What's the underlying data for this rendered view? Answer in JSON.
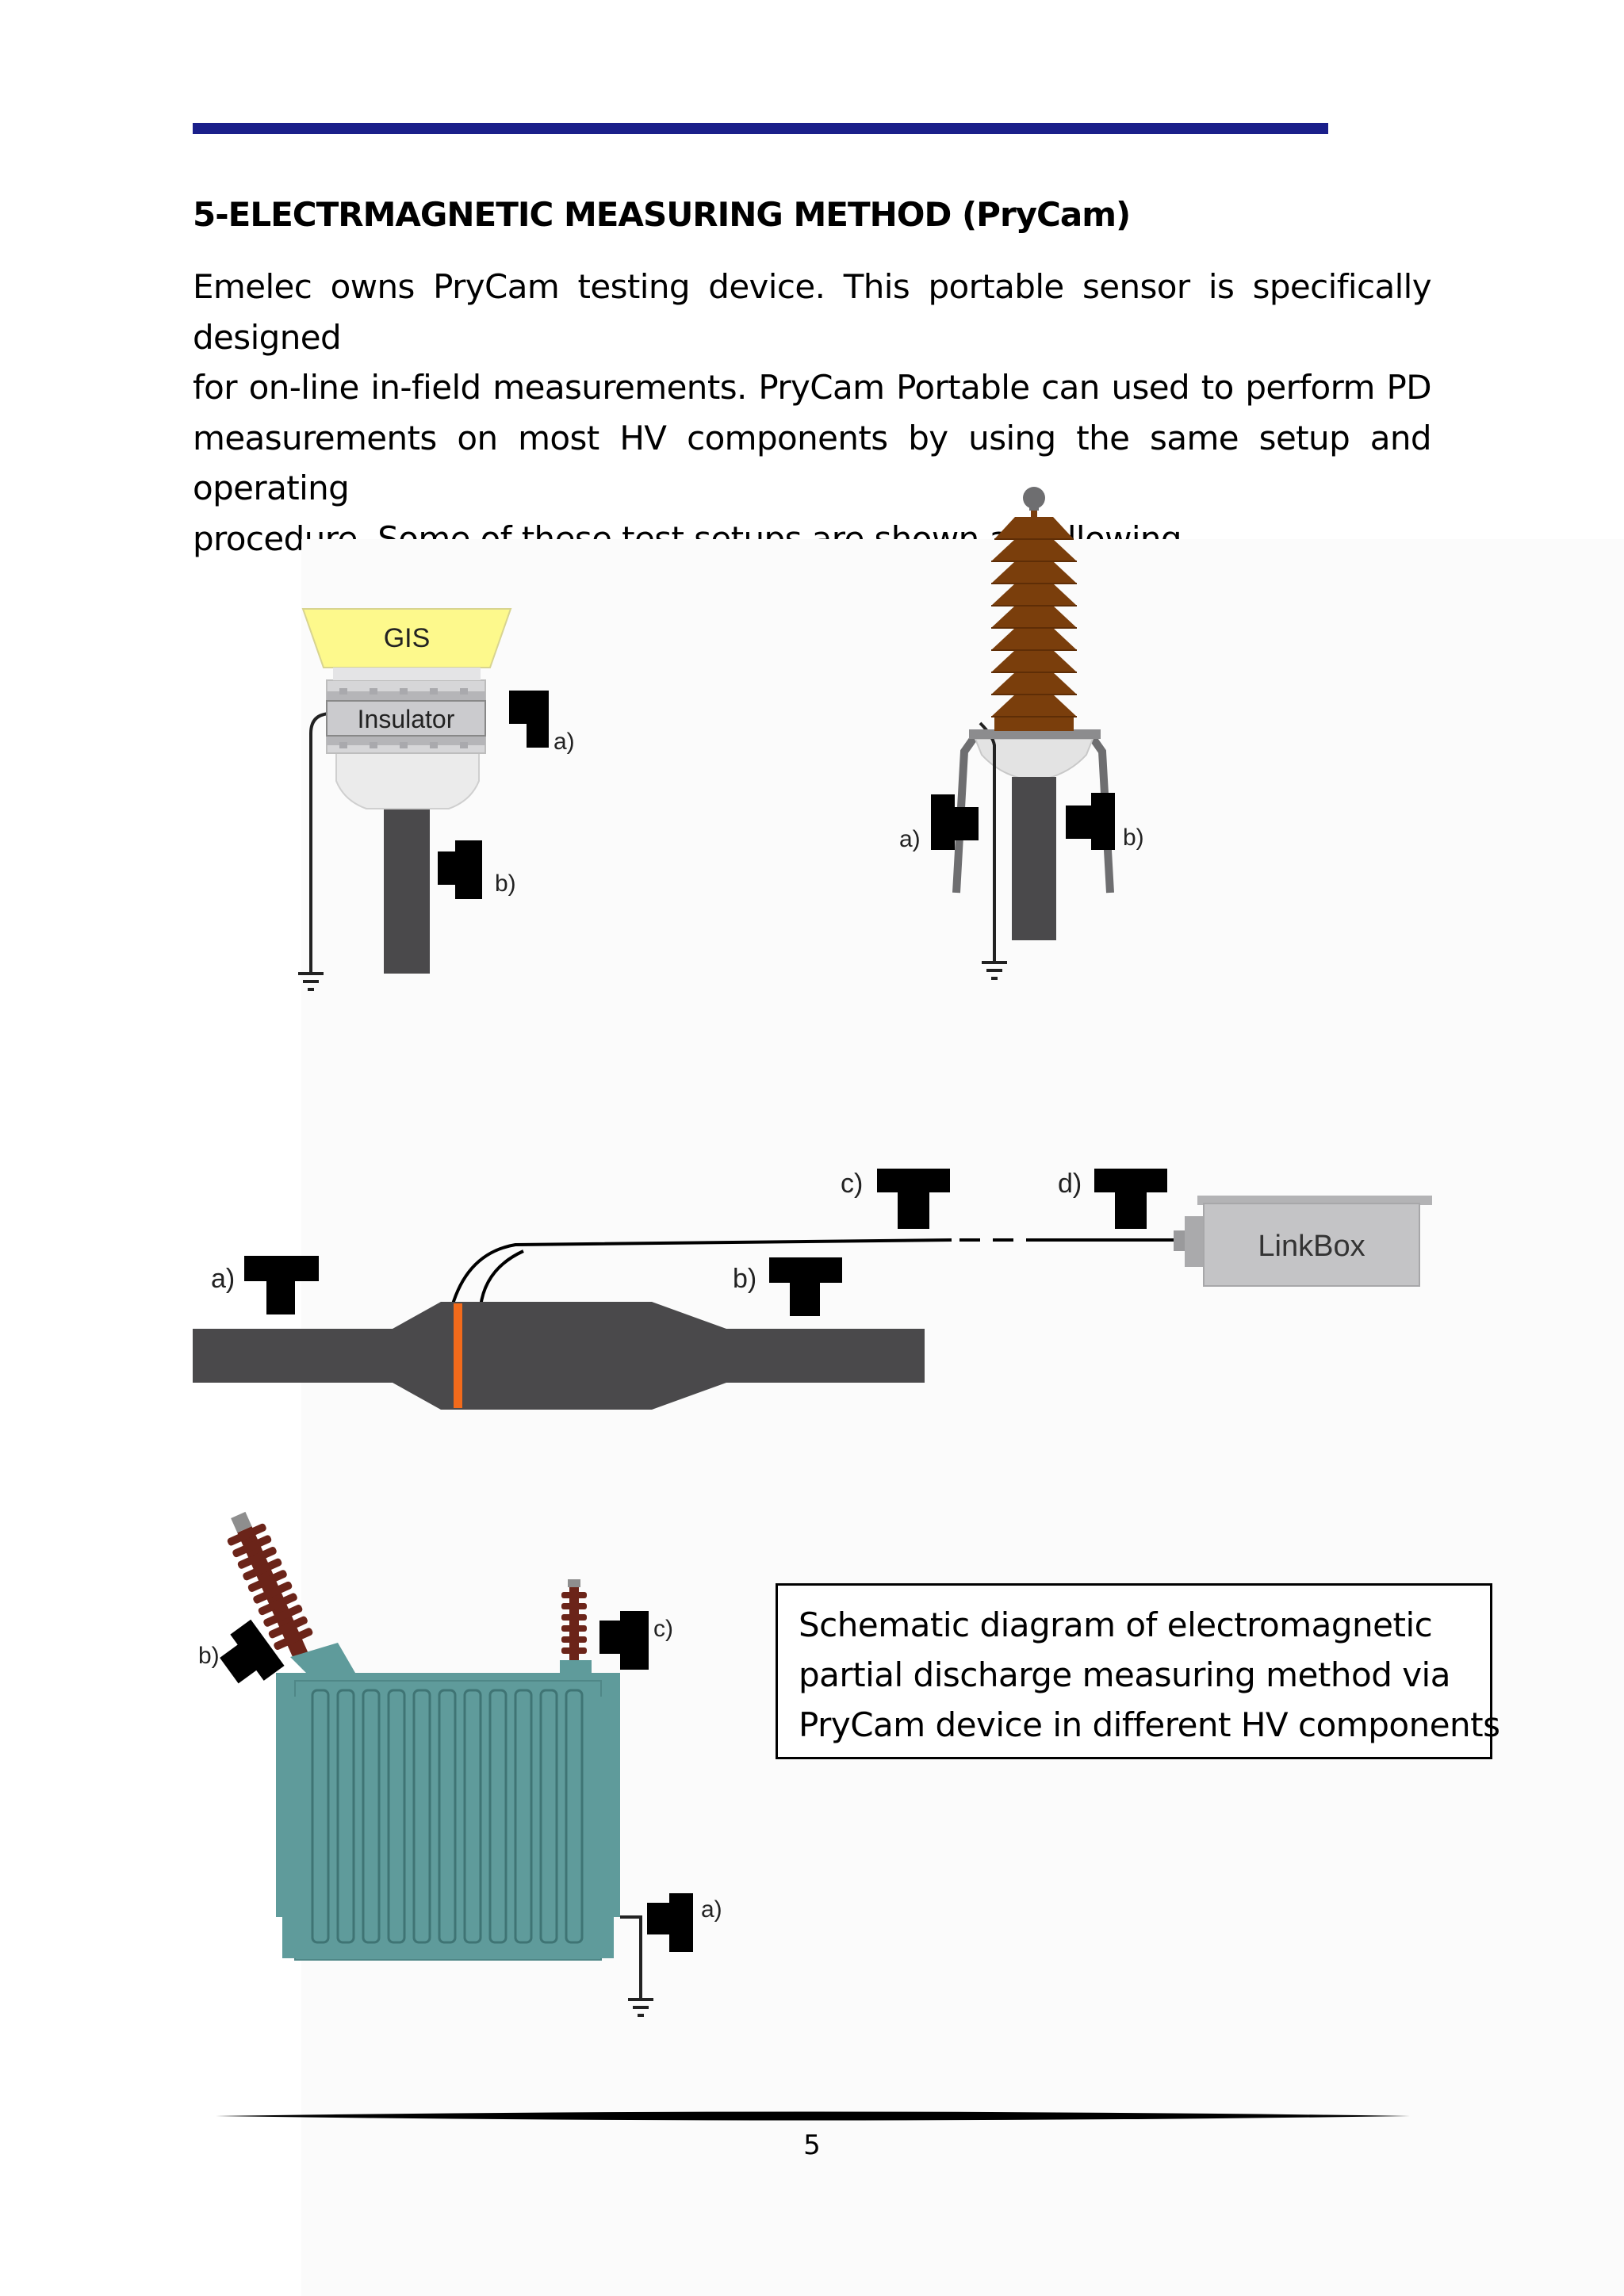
{
  "page": {
    "heading": "5-ELECTRMAGNETIC MEASURING METHOD (PryCam)",
    "intro_lines": [
      "Emelec owns PryCam testing device. This portable sensor is specifically designed",
      "for on-line in-field measurements. PryCam Portable can used to perform PD",
      "measurements on most HV components by using the same setup and operating",
      "procedure. Some of these test setups are shown as following."
    ],
    "page_number": "5"
  },
  "figure": {
    "gis": {
      "top_label": "GIS",
      "insulator_label": "Insulator",
      "sensor_a": "a)",
      "sensor_b": "b)"
    },
    "bushing": {
      "sensor_a": "a)",
      "sensor_b": "b)"
    },
    "cable": {
      "sensor_a": "a)",
      "sensor_b": "b)",
      "sensor_c": "c)",
      "sensor_d": "d)",
      "linkbox_label": "LinkBox"
    },
    "transformer": {
      "sensor_a": "a)",
      "sensor_b": "b)",
      "sensor_c": "c)"
    },
    "caption_lines": [
      "Schematic diagram of electromagnetic",
      "partial discharge measuring method via",
      "PryCam device in different HV components"
    ]
  },
  "colors": {
    "top_rule": "#1a1f8a",
    "gis_yellow": "#fdf98c",
    "porcelain_brown": "#7a3e0c",
    "transformer_teal": "#5f9b9b",
    "cable_dark": "#4a494b",
    "stress_orange": "#f26a1b",
    "linkbox_gray": "#c4c4c6"
  }
}
